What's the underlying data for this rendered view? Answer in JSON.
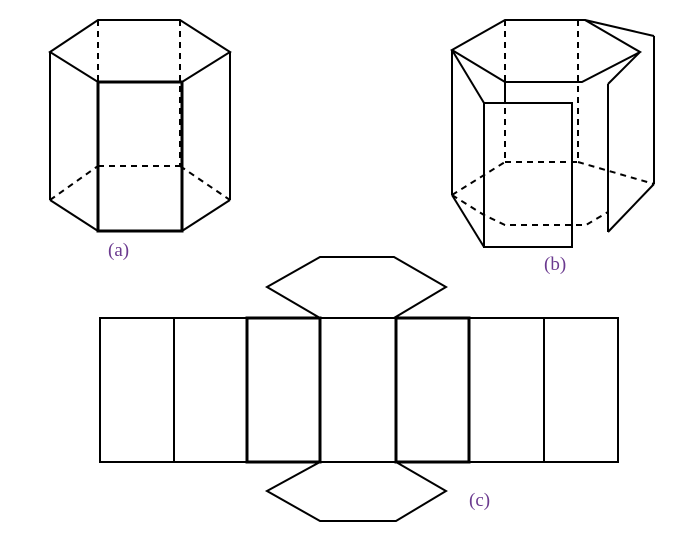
{
  "labels": {
    "a": "(a)",
    "b": "(b)",
    "c": "(c)"
  },
  "colors": {
    "line": "#000000",
    "label": "#6b3a8f",
    "background": "#ffffff"
  }
}
